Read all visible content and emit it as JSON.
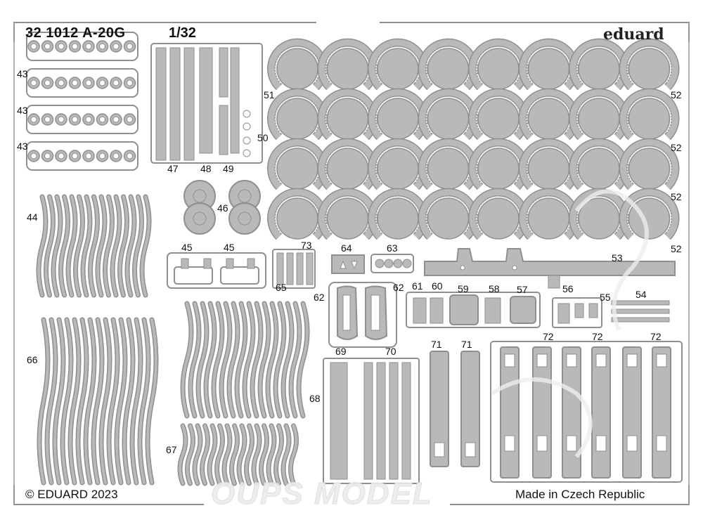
{
  "header": {
    "kit_code": "32 1012 A-20G",
    "scale": "1/32",
    "brand": "eduard"
  },
  "footer": {
    "copyright": "© EDUARD 2023",
    "origin": "Made in Czech Republic"
  },
  "watermark": "OUPS MODEL",
  "colors": {
    "metal": "#b9b9b9",
    "metal_dark": "#8f8f8f",
    "frame": "#a9a9a9",
    "text": "#111111"
  },
  "part_labels": {
    "p43a": "43",
    "p43b": "43",
    "p43c": "43",
    "p44": "44",
    "p45a": "45",
    "p45b": "45",
    "p46": "46",
    "p47": "47",
    "p48": "48",
    "p49": "49",
    "p50": "50",
    "p51": "51",
    "p52a": "52",
    "p52b": "52",
    "p52c": "52",
    "p52d": "52",
    "p53": "53",
    "p54": "54",
    "p55": "55",
    "p56": "56",
    "p57": "57",
    "p58": "58",
    "p59": "59",
    "p60": "60",
    "p61": "61",
    "p62a": "62",
    "p62b": "62",
    "p63": "63",
    "p64": "64",
    "p65": "65",
    "p66": "66",
    "p67": "67",
    "p68": "68",
    "p69": "69",
    "p70": "70",
    "p71a": "71",
    "p71b": "71",
    "p72a": "72",
    "p72b": "72",
    "p72c": "72",
    "p73": "73"
  }
}
